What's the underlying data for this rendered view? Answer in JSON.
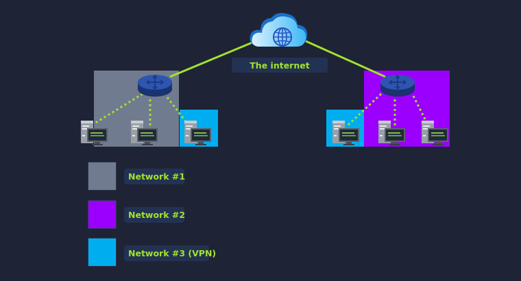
{
  "diagram": {
    "internet": {
      "label": "The internet",
      "icon": "cloud-globe-icon"
    },
    "colors": {
      "background": "#1e2336",
      "network1": "#717b8f",
      "network2": "#9b00ff",
      "network3": "#00aeef",
      "link": "#a2e22c",
      "label_bg": "#233252",
      "label_text": "#a2e22c"
    },
    "networks": [
      {
        "id": "network-1",
        "router": "router-icon",
        "computers": 3
      },
      {
        "id": "network-2",
        "router": "router-icon",
        "computers": 3
      }
    ],
    "legend": [
      {
        "label": "Network #1",
        "color": "#717b8f"
      },
      {
        "label": "Network #2",
        "color": "#9b00ff"
      },
      {
        "label": "Network #3 (VPN)",
        "color": "#00aeef"
      }
    ]
  }
}
